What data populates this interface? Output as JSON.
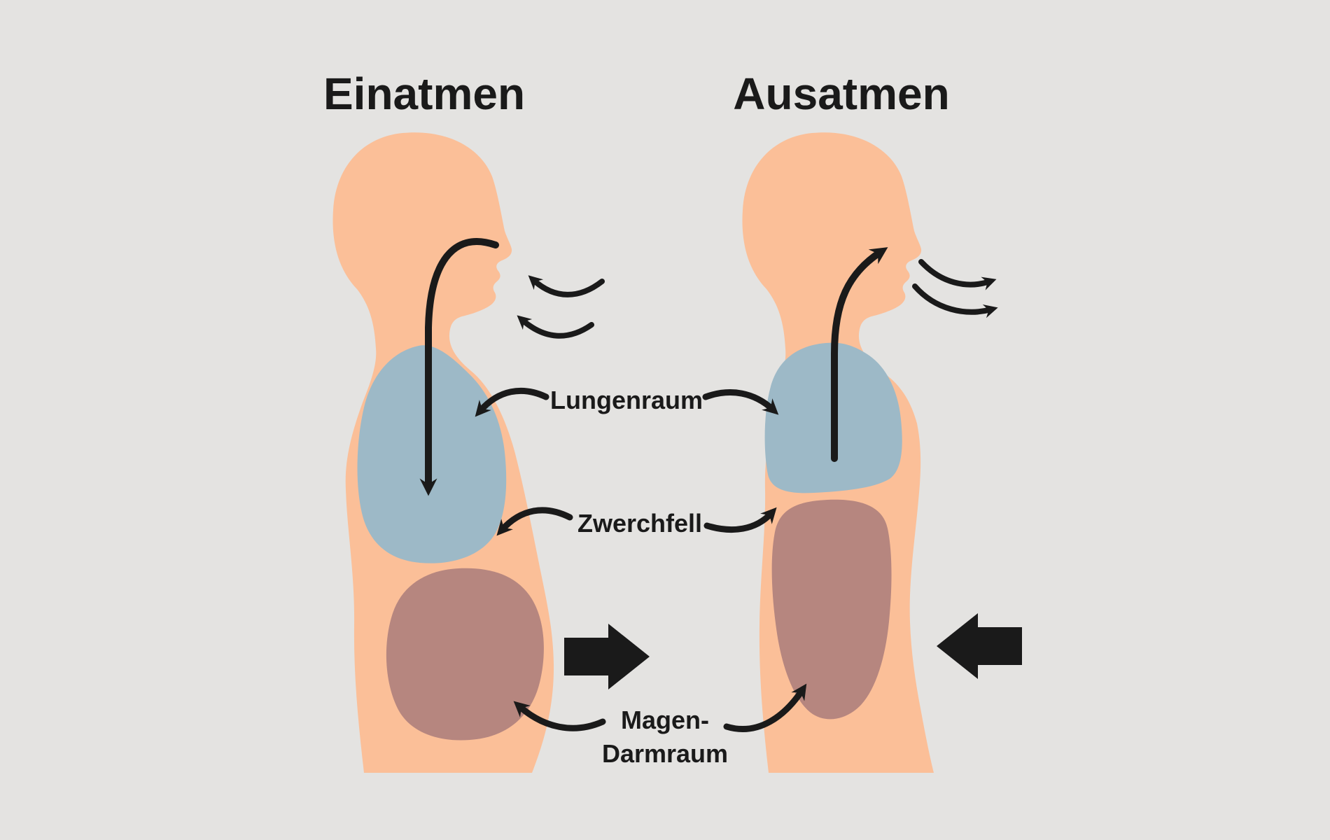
{
  "colors": {
    "background": "#e4e3e1",
    "skin": "#fbbf98",
    "lung": "#9db9c7",
    "abdomen": "#b6867f",
    "ink": "#1a1a1a"
  },
  "titles": {
    "inhale": "Einatmen",
    "exhale": "Ausatmen"
  },
  "labels": {
    "lung": "Lungenraum",
    "diaphragm": "Zwerchfell",
    "gut_line1": "Magen-",
    "gut_line2": "Darmraum"
  }
}
